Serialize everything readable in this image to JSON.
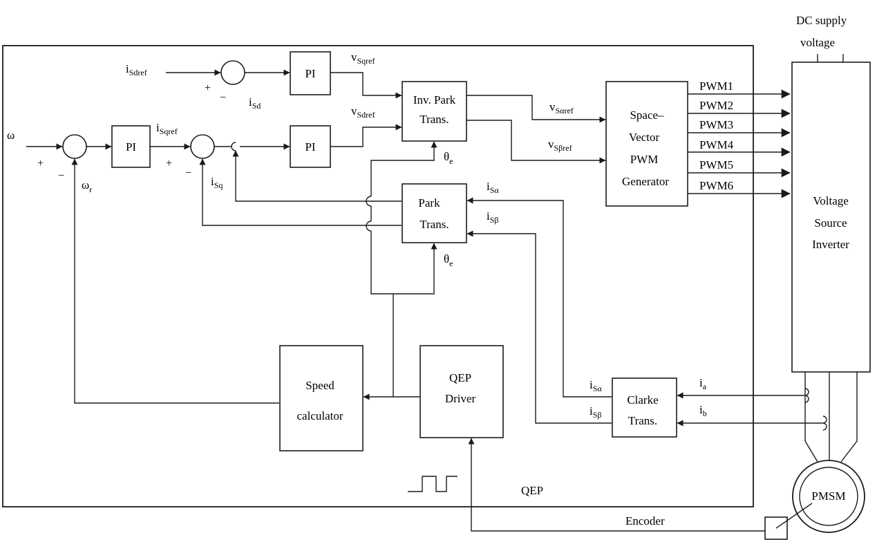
{
  "blocks": {
    "pi_speed": "PI",
    "pi_d": "PI",
    "pi_q": "PI",
    "inv_park": [
      "Inv. Park",
      "Trans."
    ],
    "park": [
      "Park",
      "Trans."
    ],
    "svpwm": [
      "Space–",
      "Vector",
      "PWM",
      "Generator"
    ],
    "vsi": [
      "Voltage",
      "Source",
      "Inverter"
    ],
    "speed_calc": [
      "Speed",
      "calculator"
    ],
    "qep_driver": [
      "QEP",
      "Driver"
    ],
    "clarke": [
      "Clarke",
      "Trans."
    ],
    "pmsm": "PMSM",
    "encoder": "Encoder"
  },
  "pwm_outputs": [
    "PWM1",
    "PWM2",
    "PWM3",
    "PWM4",
    "PWM5",
    "PWM6"
  ],
  "top_label": [
    "DC supply",
    "voltage"
  ],
  "qep_label": "QEP",
  "signals": {
    "omega": "ω",
    "omega_r": {
      "main": "ω",
      "sub": "r"
    },
    "i_sdref": {
      "main": "i",
      "sub": "Sdref"
    },
    "i_sqref": {
      "main": "i",
      "sub": "Sqref"
    },
    "i_sd": {
      "main": "i",
      "sub": "Sd"
    },
    "i_sq": {
      "main": "i",
      "sub": "Sq"
    },
    "v_sqref": {
      "main": "v",
      "sub": "Sqref"
    },
    "v_sdref": {
      "main": "v",
      "sub": "Sdref"
    },
    "v_salpharef": {
      "main": "v",
      "sub": "Sαref"
    },
    "v_sbetaref": {
      "main": "v",
      "sub": "Sβref"
    },
    "theta_e_1": {
      "main": "θ",
      "sub": "e"
    },
    "theta_e_2": {
      "main": "θ",
      "sub": "e"
    },
    "i_salpha_park": {
      "main": "i",
      "sub": "Sα"
    },
    "i_sbeta_park": {
      "main": "i",
      "sub": "Sβ"
    },
    "i_salpha_clarke": {
      "main": "i",
      "sub": "Sα"
    },
    "i_sbeta_clarke": {
      "main": "i",
      "sub": "Sβ"
    },
    "i_a": {
      "main": "i",
      "sub": "a"
    },
    "i_b": {
      "main": "i",
      "sub": "b"
    }
  },
  "signs": {
    "plus": "+",
    "minus": "−"
  }
}
